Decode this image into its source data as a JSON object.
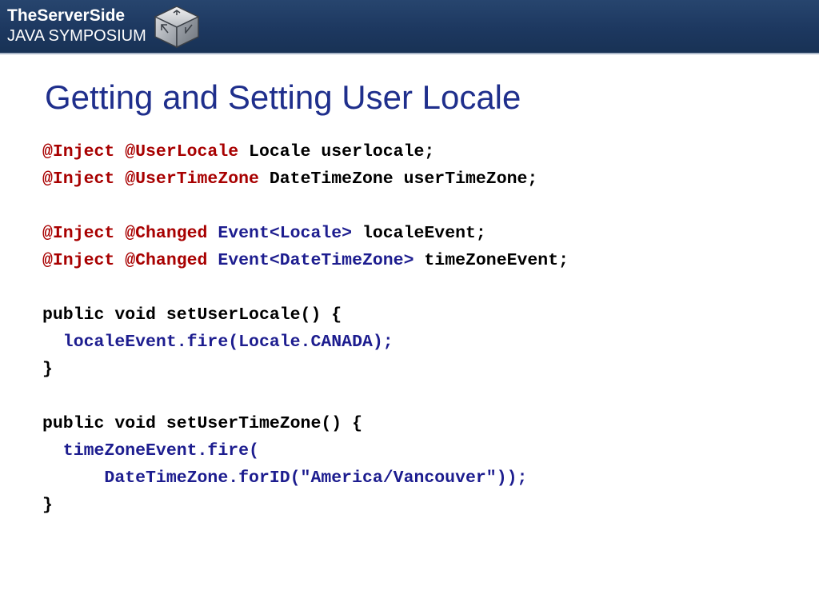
{
  "header": {
    "brand_line1": "TheServerSide",
    "brand_line2": "JAVA SYMPOSIUM",
    "logo_icon": "cube-icon"
  },
  "slide": {
    "title": "Getting and Setting User Locale"
  },
  "colors": {
    "header_bg": "#1d3860",
    "title": "#1f2f8c",
    "annotation": "#a80000",
    "type_and_call": "#1d1d8f",
    "plain": "#000000"
  },
  "code_lines": [
    [
      {
        "text": "@Inject @UserLocale ",
        "color": "red"
      },
      {
        "text": "Locale userlocale;",
        "color": "black"
      }
    ],
    [
      {
        "text": "@Inject @UserTimeZone ",
        "color": "red"
      },
      {
        "text": "DateTimeZone userTimeZone;",
        "color": "black"
      }
    ],
    [],
    [
      {
        "text": "@Inject @Changed ",
        "color": "red"
      },
      {
        "text": "Event<Locale>",
        "color": "blue"
      },
      {
        "text": " localeEvent;",
        "color": "black"
      }
    ],
    [
      {
        "text": "@Inject @Changed ",
        "color": "red"
      },
      {
        "text": "Event<DateTimeZone>",
        "color": "blue"
      },
      {
        "text": " timeZoneEvent;",
        "color": "black"
      }
    ],
    [],
    [
      {
        "text": "public void setUserLocale() {",
        "color": "black"
      }
    ],
    [
      {
        "text": "  localeEvent.fire(Locale.CANADA);",
        "color": "blue"
      }
    ],
    [
      {
        "text": "}",
        "color": "black"
      }
    ],
    [],
    [
      {
        "text": "public void setUserTimeZone() {",
        "color": "black"
      }
    ],
    [
      {
        "text": "  timeZoneEvent.fire(",
        "color": "blue"
      }
    ],
    [
      {
        "text": "      DateTimeZone.forID(\"America/Vancouver\"));",
        "color": "blue"
      }
    ],
    [
      {
        "text": "}",
        "color": "black"
      }
    ]
  ]
}
